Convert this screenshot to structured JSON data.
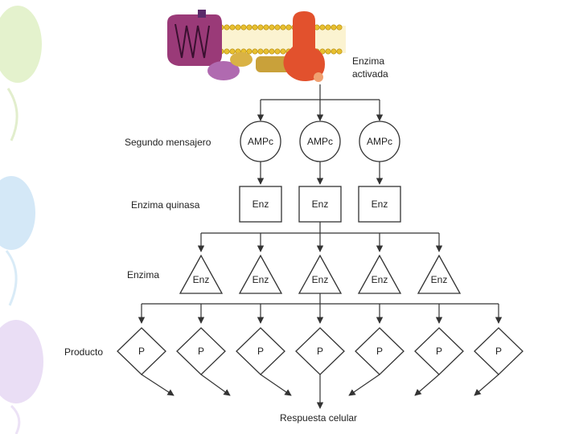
{
  "labels": {
    "enzyme_activated_line1": "Enzima",
    "enzyme_activated_line2": "activada",
    "second_messenger": "Segundo mensajero",
    "kinase": "Enzima quinasa",
    "enzyme": "Enzima",
    "product": "Producto",
    "response": "Respuesta celular"
  },
  "nodes": {
    "messenger": "AMPc",
    "kinase": "Enz",
    "enzyme": "Enz",
    "product": "P"
  },
  "counts": {
    "messenger": 3,
    "kinase": 3,
    "enzyme": 5,
    "product": 7
  },
  "colors": {
    "line": "#333333",
    "membrane_head": "#e8c030",
    "membrane_tail": "#e9b44a",
    "receptor": "#9a3a78",
    "g_protein": "#c9a13a",
    "enzyme_red": "#e2512d",
    "decor_green": "#dff0c4",
    "decor_blue": "#cfe6f6",
    "decor_purple": "#e6d8f3"
  }
}
